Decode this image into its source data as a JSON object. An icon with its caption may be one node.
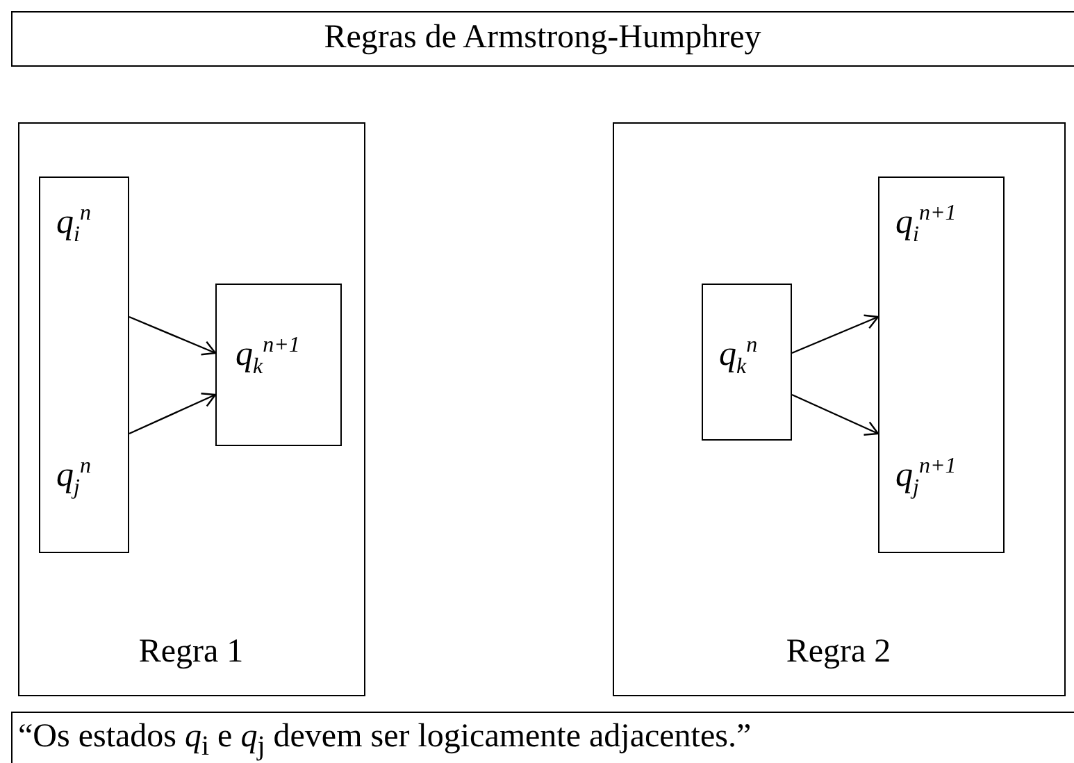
{
  "diagram": {
    "title": "Regras de Armstrong-Humphrey",
    "caption": "“Os estados *q*$_{i}$ e *q*$_{j}$ devem ser logicamente adjacentes.”",
    "nodes": [
      {
        "text": [
          "Regra 1"
        ]
      },
      {
        "text": [
          "q$_{i}$$^{n}$",
          "q$_{j}$$^{n}$"
        ],
        "in": 0
      },
      {
        "text": [
          "q$_{k}$$^{n+1}$"
        ],
        "in": 0
      },
      {
        "text": [
          "Regra 2"
        ]
      },
      {
        "text": [
          "q$_{k}$$^{n}$"
        ],
        "in": 3
      },
      {
        "text": [
          "q$_{i}$$^{n+1}$",
          "q$_{j}$$^{n+1}$"
        ],
        "in": 3
      }
    ],
    "edges": [
      {
        "from": 1,
        "to": 2,
        "arrow": "to"
      },
      {
        "from": 1,
        "to": 2,
        "arrow": "to"
      },
      {
        "from": 4,
        "to": 5,
        "arrow": "to"
      },
      {
        "from": 4,
        "to": 5,
        "arrow": "to"
      }
    ]
  }
}
